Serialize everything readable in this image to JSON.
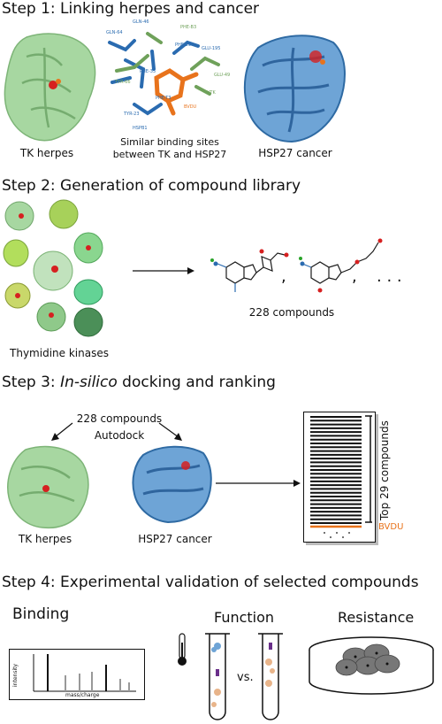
{
  "step1": {
    "title": "Step 1: Linking herpes and cancer",
    "tk_label": "TK herpes",
    "binding_caption_line1": "Similar binding sites",
    "binding_caption_line2": "between TK and HSP27",
    "hsp_label": "HSP27 cancer",
    "residues": [
      "GLN-64",
      "GLN-46",
      "PHE-B3",
      "PHE-29",
      "GLU-195",
      "GLU-49",
      "TYR-66",
      "PHE-33",
      "PHE-T3",
      "TYR-23",
      "HSPB1",
      "VTK",
      "BVDU"
    ]
  },
  "step2": {
    "title": "Step 2: Generation of compound library",
    "kinases_label": "Thymidine kinases",
    "compounds_label": "228 compounds",
    "separators": [
      ",",
      ",",
      ". . ."
    ]
  },
  "step3": {
    "title_prefix": "Step 3: ",
    "title_italic": "In-silico",
    "title_suffix": " docking and ranking",
    "compounds_label": "228 compounds",
    "tool_label": "Autodock",
    "tk_label": "TK herpes",
    "hsp_label": "HSP27 cancer",
    "top_label": "Top 29 compounds",
    "bvdu_label": "BVDU",
    "ranking_rows": 29
  },
  "step4": {
    "title": "Step 4: Experimental validation of selected compounds",
    "binding_label": "Binding",
    "function_label": "Function",
    "resistance_label": "Resistance",
    "y_axis": "intensity",
    "x_axis": "mass/charge",
    "vs_label": "vs."
  },
  "colors": {
    "tk_green": "#8fc98a",
    "hsp_blue": "#4f8ec7",
    "bvdu_orange": "#e8731c",
    "ligand_red": "#d62020"
  }
}
